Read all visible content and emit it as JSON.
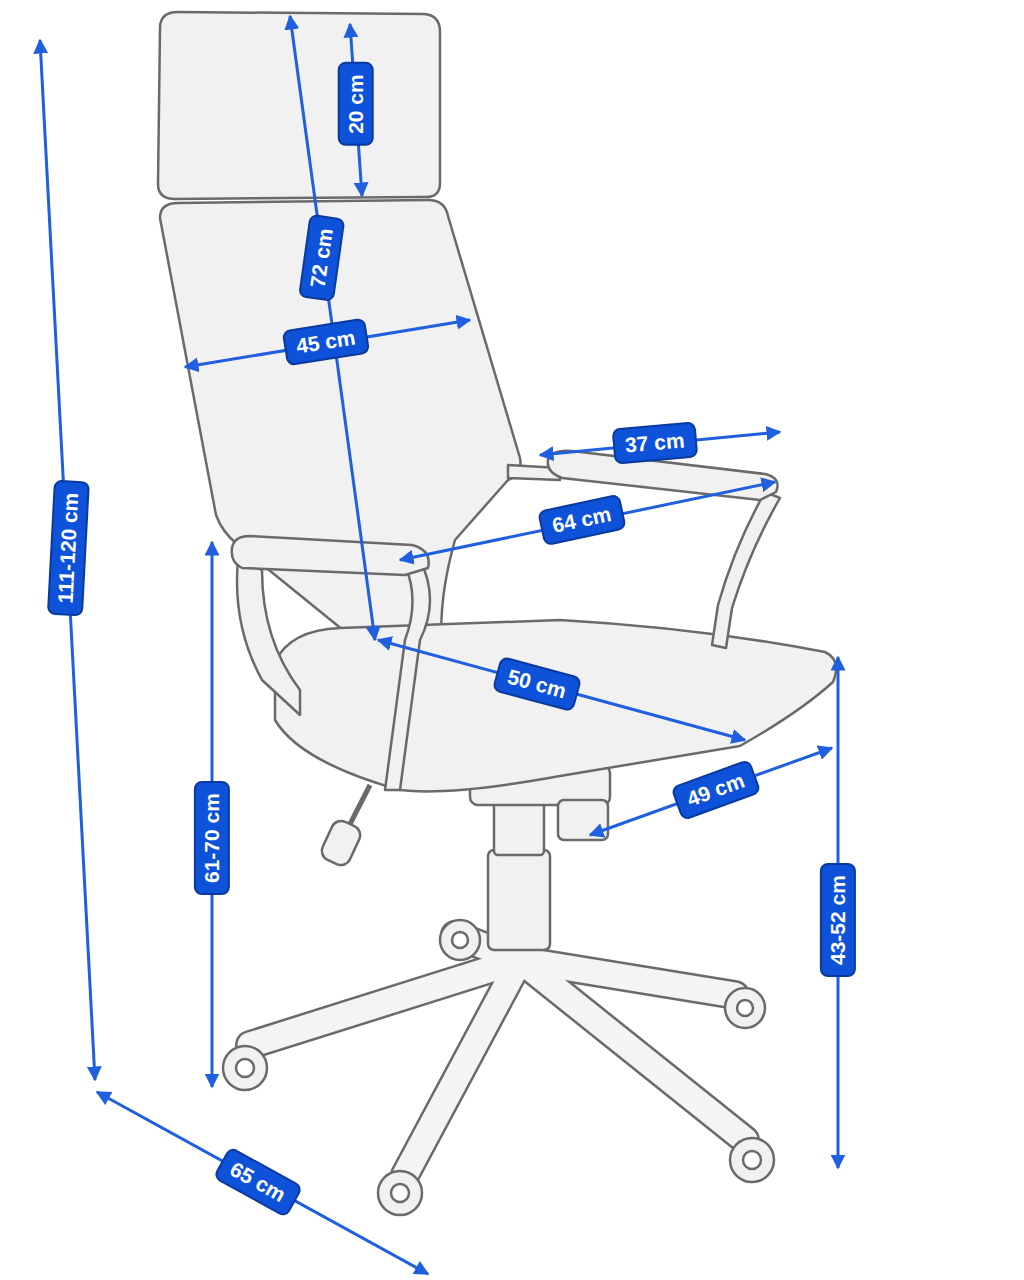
{
  "diagram": {
    "labels": [
      "20 cm",
      "72 cm",
      "45 cm",
      "37 cm",
      "64 cm",
      "50 cm",
      "49 cm",
      "111-120 cm",
      "61-70 cm",
      "43-52 cm",
      "65 cm"
    ]
  }
}
